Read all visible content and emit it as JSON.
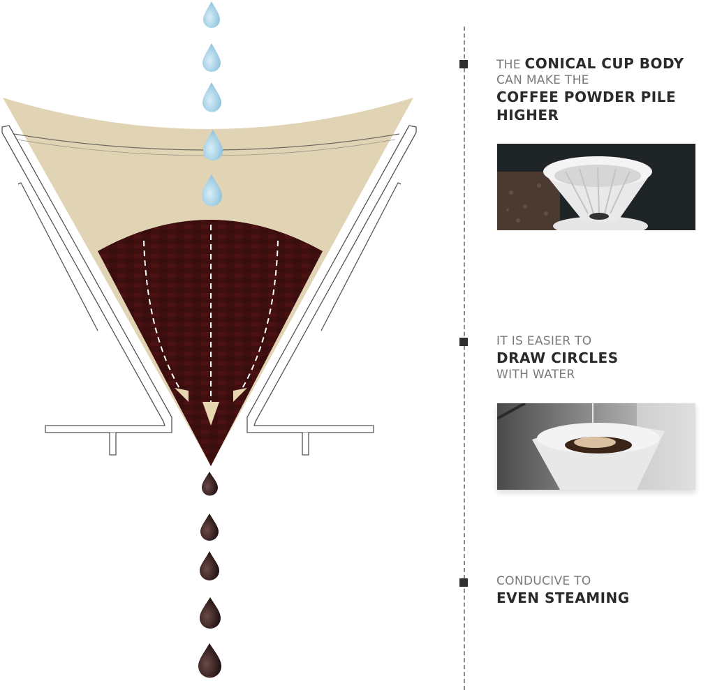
{
  "features": [
    {
      "id": "conical",
      "line1_light": "THE ",
      "line1_bold": "CONICAL CUP BODY",
      "line2_light": "CAN MAKE THE",
      "line3_bold": "COFFEE POWDER PILE",
      "line4_bold": "HIGHER",
      "photo": "dripper-with-coffee-grounds-photo"
    },
    {
      "id": "circles",
      "line1_light": "IT IS EASIER TO",
      "line2_bold": "DRAW CIRCLES",
      "line3_light": "WITH WATER",
      "photo": "pouring-water-photo"
    },
    {
      "id": "steaming",
      "line1_light": "CONDUCIVE TO",
      "line2_bold": "EVEN STEAMING"
    }
  ],
  "colors": {
    "filter": "#e1d4b5",
    "coffee": "#4a1212",
    "water_drop": "#a9d3e6",
    "coffee_drop": "#2a1414",
    "marker": "#2f2f2f"
  }
}
